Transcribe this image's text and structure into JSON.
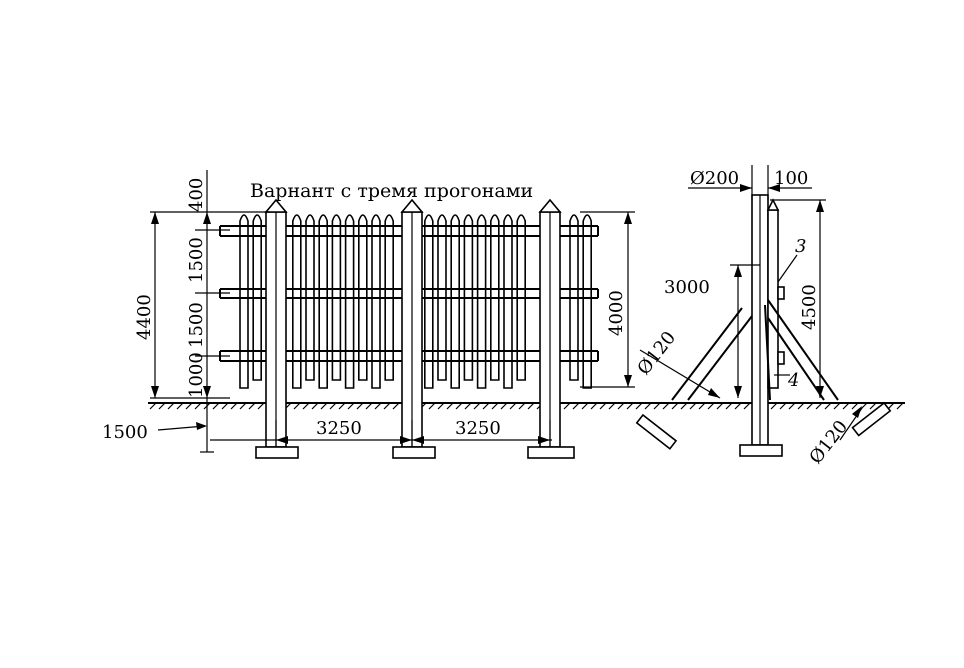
{
  "title": "Варнант с тремя прогонами",
  "dims": {
    "top_gap": "400",
    "span_upper": "1500",
    "span_middle": "1500",
    "bottom_gap": "1000",
    "total_height": "4400",
    "fence_height": "4000",
    "embed_depth": "1500",
    "post_spacing_1": "3250",
    "post_spacing_2": "3250",
    "post_diameter": "Ø200",
    "offset": "100",
    "side_height": "4500",
    "strut_height": "3000",
    "strut_diameter_1": "Ø120",
    "strut_diameter_2": "Ø120"
  },
  "callouts": {
    "callout_3": "3",
    "callout_4": "4"
  }
}
